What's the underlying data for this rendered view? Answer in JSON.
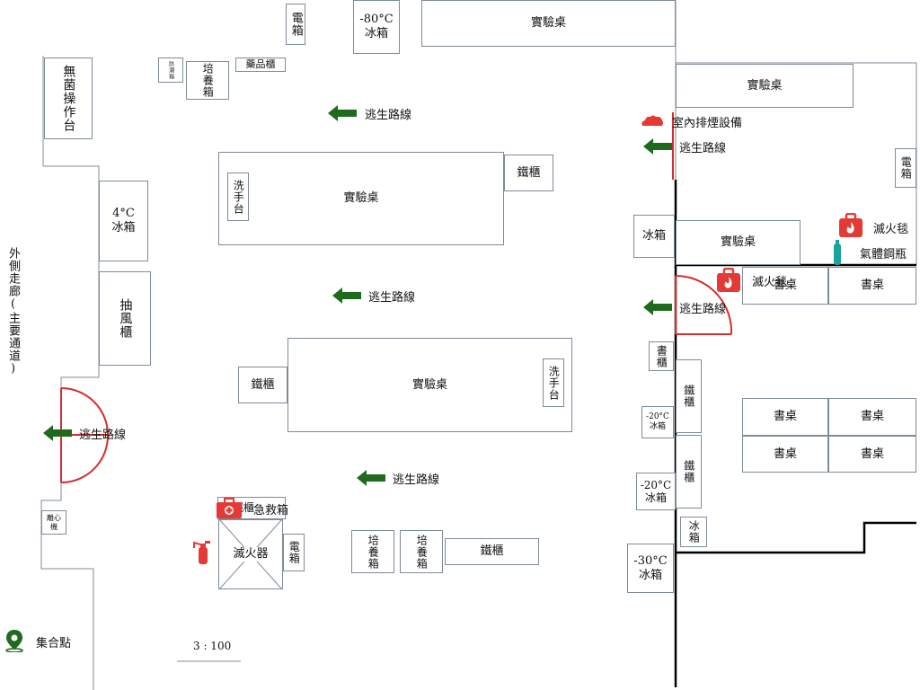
{
  "colors": {
    "exit_arrow": "#1e6b1e",
    "hazard_red": "#e53935",
    "door_red": "#d32f2f",
    "gas_cylinder": "#1aa39a",
    "wall_gray": "#7f8b98",
    "assembly_pin": "#1e6b1e"
  },
  "furniture": {
    "power_box_top": "電箱",
    "freezer_80": "-80°C\n冰箱",
    "lab_bench_top": "實驗桌",
    "lab_bench_right_top": "實驗桌",
    "sterile_bench": "無菌操作台",
    "small_cabinet": "防潮箱",
    "incubator_top": "培養箱",
    "chemical_cabinet": "藥品櫃",
    "sink_left": "洗手台",
    "lab_bench_center": "實驗桌",
    "iron_cabinet_center": "鐵櫃",
    "fridge_4": "4°C\n冰箱",
    "fume_hood": "抽風櫃",
    "iron_cabinet_left": "鐵櫃",
    "lab_bench_lower": "實驗桌",
    "sink_right": "洗手台",
    "power_box_right": "電箱",
    "fridge_right": "冰箱",
    "lab_bench_right_mid": "實驗桌",
    "desk_1": "書桌",
    "desk_2": "書桌",
    "bookcase": "書櫃",
    "iron_cabinet_r1": "鐵櫃",
    "iron_cabinet_r2": "鐵櫃",
    "freezer_20a": "-20°C\n冰箱",
    "freezer_20b": "-20°C\n冰箱",
    "fridge_r_low": "冰箱",
    "freezer_30": "-30°C\n冰箱",
    "desk_3": "書桌",
    "desk_4": "書桌",
    "desk_5": "書桌",
    "desk_6": "書桌",
    "centrifuge": "離心機",
    "iron_cabinet_bottom": "鐵櫃",
    "fire_extinguisher_station": "滅火器",
    "power_box_bottom": "電箱",
    "incubator_b1": "培養箱",
    "incubator_b2": "培養箱",
    "iron_cabinet_b": "鐵櫃"
  },
  "labels": {
    "exit_route": "逃生路線",
    "smoke_exhaust": "室內排煙設備",
    "fire_blanket": "滅火毯",
    "gas_cylinder": "氣體鋼瓶",
    "first_aid": "急救箱",
    "fire_extinguisher": "滅火器",
    "corridor": "外側走廊(主要通道)",
    "assembly_point": "集合點",
    "scale": "3 : 100"
  }
}
